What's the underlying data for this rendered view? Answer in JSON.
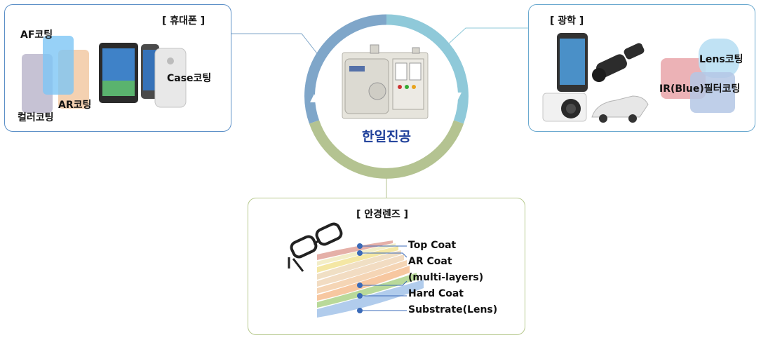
{
  "center": {
    "label": "한일진공"
  },
  "phone": {
    "title": "[ 휴대폰 ]",
    "labels": {
      "af": "AF코팅",
      "ar": "AR코팅",
      "color": "컬러코팅",
      "case": "Case코팅"
    }
  },
  "optic": {
    "title": "[ 광학 ]",
    "labels": {
      "lens": "Lens코팅",
      "ir": "IR(Blue)필터코팅"
    }
  },
  "eyeglass": {
    "title": "[ 안경렌즈 ]",
    "layers": [
      "Top Coat",
      "AR Coat",
      "(multi-layers)",
      "Hard Coat",
      "Substrate(Lens)"
    ]
  },
  "colors": {
    "ring_blue": "#7fa6c9",
    "ring_teal": "#8fc9d9",
    "ring_green": "#b4c391",
    "center_text": "#1e3f9a",
    "phone_border": "#5b8fc7",
    "optic_border": "#6aa9cf",
    "lens_border": "#b7c98e"
  }
}
